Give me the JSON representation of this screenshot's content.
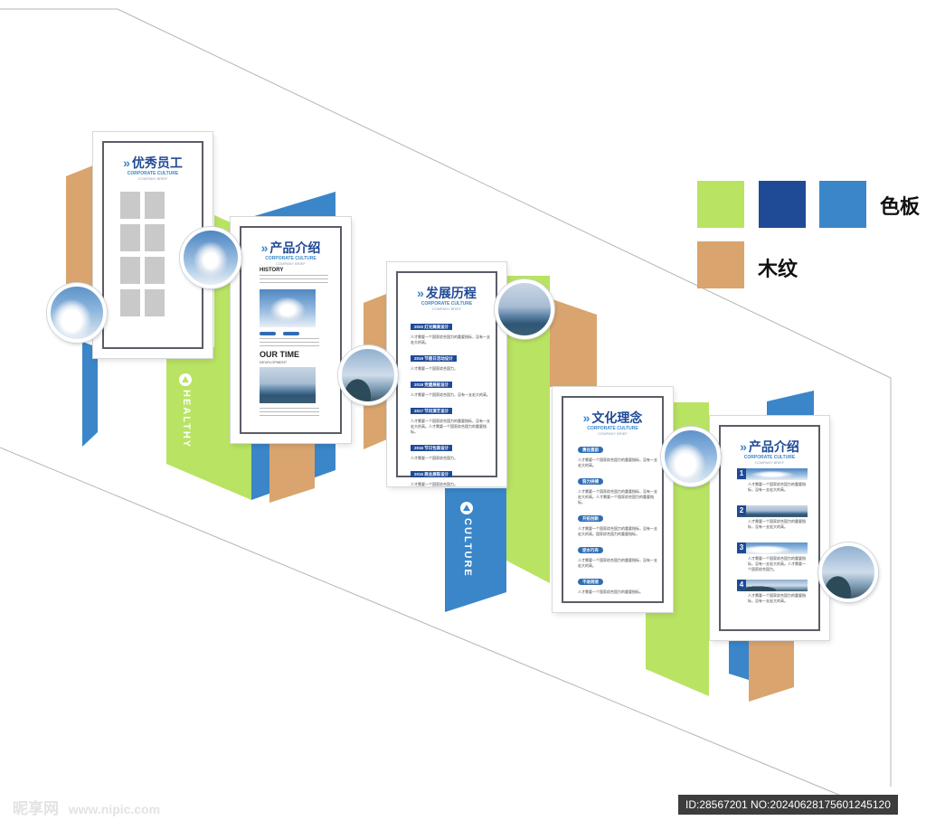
{
  "colors": {
    "green": "#b9e363",
    "dark_blue": "#1f4a96",
    "blue": "#3a86c8",
    "wood": "#d9a46e"
  },
  "legend": {
    "palette_label": "色板",
    "wood_label": "木纹"
  },
  "vertical_labels": {
    "healthy": "HEALTHY",
    "culture": "CULTURE"
  },
  "panels": {
    "employees": {
      "title": "优秀员工",
      "chevron": "»",
      "subtitle": "CORPORATE CULTURE",
      "subtitle2": "COMPANY BRIEF"
    },
    "product1": {
      "title": "产品介绍",
      "chevron": "»",
      "subtitle": "CORPORATE CULTURE",
      "subtitle2": "COMPANY BRIEF",
      "history": "HISTORY",
      "our_time": "OUR TIME",
      "development": "DEVELOPMENT"
    },
    "history": {
      "title": "发展历程",
      "chevron": "»",
      "subtitle": "CORPORATE CULTURE",
      "subtitle2": "COMPANY BRIEF",
      "entries": [
        {
          "tag": "2020 灯光舞美设计",
          "text": "人才需要一个国家综合国力的重要指标，没有一支宏大的高。"
        },
        {
          "tag": "2019 节假日活动设计",
          "text": "人才需要一个国家综合国力。"
        },
        {
          "tag": "2018 党建展板设计",
          "text": "人才需要一个国家综合国力，没有一支宏大的高。"
        },
        {
          "tag": "2017 节目演艺设计",
          "text": "人才需要一个国家综合国力的重要指标，没有一支宏大的高。人才需要一个国家综合国力的重要指标。"
        },
        {
          "tag": "2016 节日包装设计",
          "text": "人才需要一个国家综合国力。"
        },
        {
          "tag": "2015 商业展陈设计",
          "text": "人才需要一个国家综合国力。"
        }
      ]
    },
    "culture": {
      "title": "文化理念",
      "chevron": "»",
      "subtitle": "CORPORATE CULTURE",
      "subtitle2": "COMPANY BRIEF",
      "entries": [
        {
          "tag": "勇往直前",
          "text": "人才需要一个国家综合国力的重要指标，没有一支宏大的高。"
        },
        {
          "tag": "努力拼搏",
          "text": "人才需要一个国家综合国力的重要指标，没有一支宏大的高。人才需要一个国家综合国力的重要指标。"
        },
        {
          "tag": "开拓创新",
          "text": "人才需要一个国家综合国力的重要指标，没有一支宏大的高。国家综合国力的重要指标。"
        },
        {
          "tag": "逆水行舟",
          "text": "人才需要一个国家综合国力的重要指标，没有一支宏大的高。"
        },
        {
          "tag": "不进则退",
          "text": "人才需要一个国家综合国力的重要指标。"
        }
      ]
    },
    "product2": {
      "title": "产品介绍",
      "chevron": "»",
      "subtitle": "CORPORATE CULTURE",
      "subtitle2": "COMPANY BRIEF",
      "items": [
        {
          "num": "1",
          "text": "人才需要一个国家综合国力的重要指标，没有一支宏大的高。"
        },
        {
          "num": "2",
          "text": "人才需要一个国家综合国力的重要指标，没有一支宏大的高。"
        },
        {
          "num": "3",
          "text": "人才需要一个国家综合国力的重要指标，没有一支宏大的高。人才需要一个国家综合国力。"
        },
        {
          "num": "4",
          "text": "人才需要一个国家综合国力的重要指标，没有一支宏大的高。"
        }
      ]
    }
  },
  "watermark": {
    "logo": "昵享网",
    "url": "www.nipic.com",
    "id": "ID:28567201 NO:20240628175601245120"
  }
}
